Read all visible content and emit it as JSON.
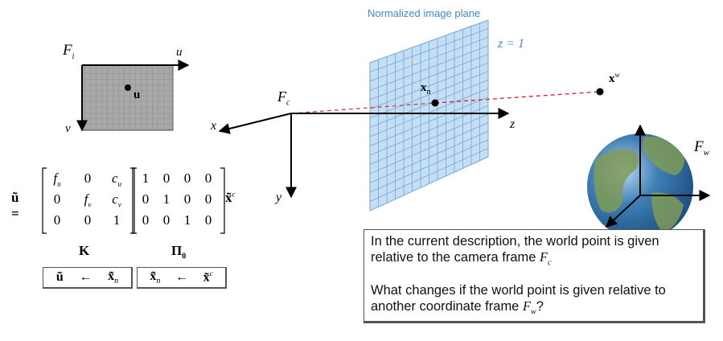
{
  "labels": {
    "plane_title": "Normalized image plane",
    "z_eq": "z = 1",
    "Fi": "F",
    "Fi_sub": "i",
    "u_axis": "u",
    "v_axis": "v",
    "u_point": "u",
    "Fc": "F",
    "Fc_sub": "c",
    "x_axis": "x",
    "y_axis": "y",
    "z_axis": "z",
    "xn": "x",
    "xn_sub": "n",
    "xw": "x",
    "xw_sup": "w",
    "Fw": "F",
    "Fw_sub": "w"
  },
  "matrix": {
    "lhs": "ũ =",
    "K_cells": [
      [
        "f",
        "0",
        "c"
      ],
      [
        "0",
        "f",
        "c"
      ],
      [
        "0",
        "0",
        "1"
      ]
    ],
    "K_subs": [
      [
        "u",
        "",
        "u"
      ],
      [
        "",
        "v",
        "v"
      ],
      [
        "",
        "",
        ""
      ]
    ],
    "Pi_cells": [
      [
        "1",
        "0",
        "0",
        "0"
      ],
      [
        "0",
        "1",
        "0",
        "0"
      ],
      [
        "0",
        "0",
        "1",
        "0"
      ]
    ],
    "rhs": "x̃",
    "rhs_sup": "c",
    "K_label": "K",
    "Pi_label": "Π",
    "Pi_sub": "0"
  },
  "equations": {
    "left": {
      "lhs": "ũ",
      "arrow": "←",
      "rhs": "x̃",
      "rhs_sub": "n"
    },
    "right": {
      "lhs": "x̃",
      "lhs_sub": "n",
      "arrow": "←",
      "rhs": "x̃",
      "rhs_sup": "c"
    }
  },
  "callout": {
    "line1": "In the current description, the world point is given relative to the camera frame ",
    "line1_frame": "F",
    "line1_sub": "c",
    "line2": "What changes if the world point is given relative to another coordinate frame ",
    "line2_frame": "F",
    "line2_sub": "w",
    "line2_end": "?"
  },
  "colors": {
    "plane_fill": "#bcd8f2",
    "plane_grid": "#6fa8dc",
    "title_blue": "#4a86c8",
    "ray_red": "#cc2222",
    "image_grid_fill": "#a9a9a9"
  }
}
